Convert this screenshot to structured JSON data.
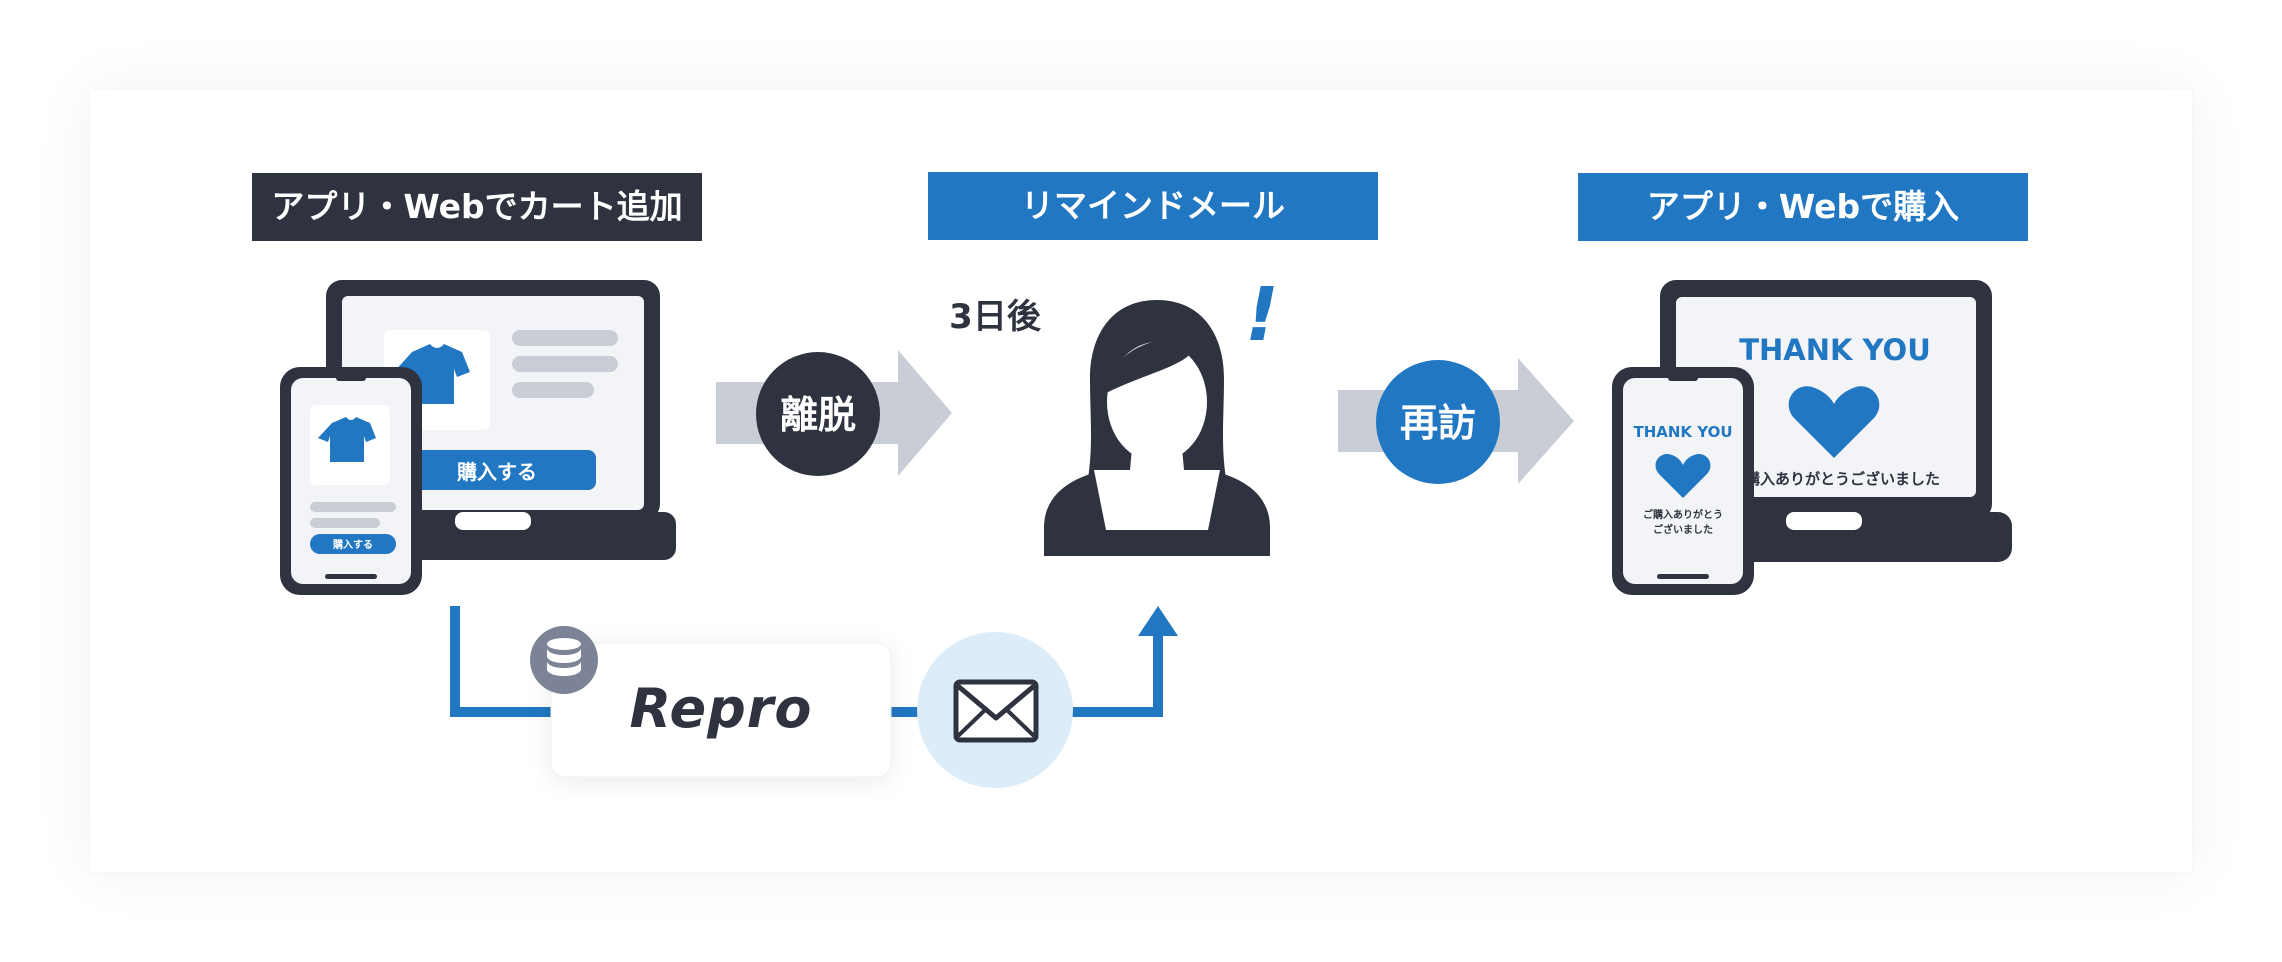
{
  "steps": {
    "add_to_cart": "アプリ・Webでカート追加",
    "reminder_mail": "リマインドメール",
    "purchase": "アプリ・Webで購入"
  },
  "left_device": {
    "laptop_button": "購入する",
    "phone_button": "購入する"
  },
  "middle": {
    "delay": "3日後",
    "exclaim": "!"
  },
  "right_device": {
    "laptop_title": "THANK YOU",
    "laptop_message": "ご購入ありがとうございました",
    "phone_title": "THANK YOU",
    "phone_message_line1": "ご購入ありがとう",
    "phone_message_line2": "ございました"
  },
  "arrows": {
    "churn": "離脱",
    "revisit": "再訪"
  },
  "brand": {
    "name": "Repro"
  },
  "colors": {
    "dark": "#2f333f",
    "blue": "#2277c2",
    "light_blue": "#dcecf8",
    "gray": "#c9cdd6",
    "screen": "#f3f4f7"
  }
}
